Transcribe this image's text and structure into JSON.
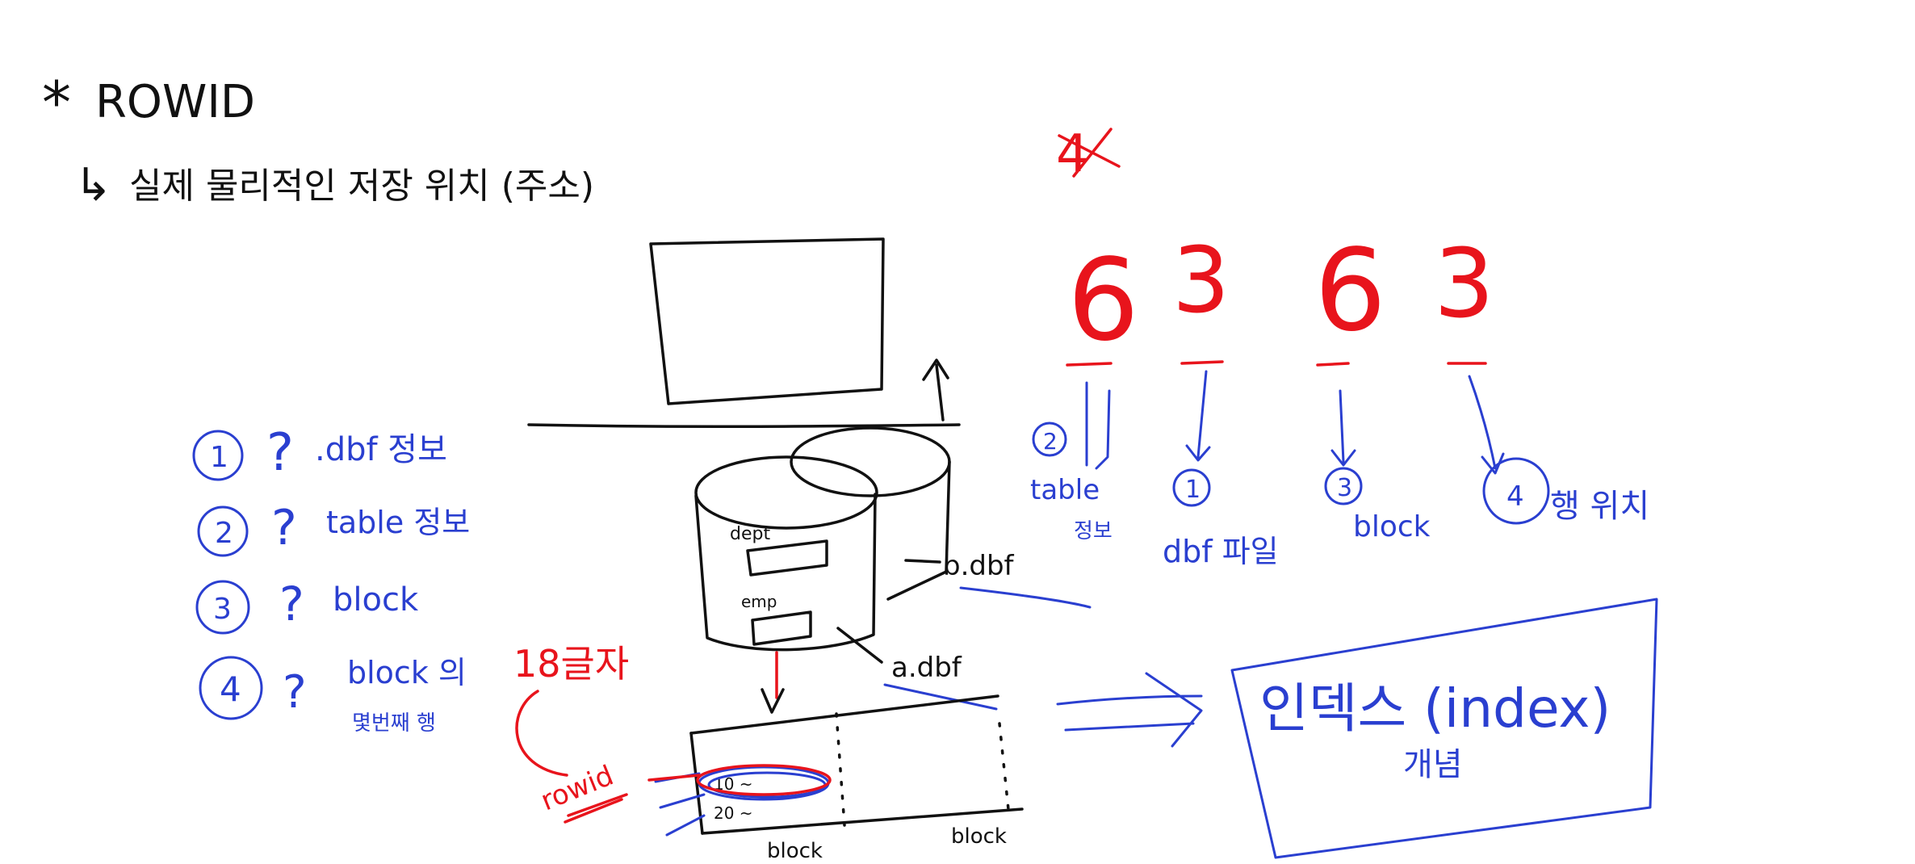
{
  "colors": {
    "black": "#111111",
    "blue": "#2a3fd0",
    "red": "#e8141c"
  },
  "heading": {
    "star": "*",
    "title": "ROWID"
  },
  "subtitle": {
    "arrow": "↳",
    "text": "실제 물리적인 저장 위치 (주소)"
  },
  "legend_items": [
    {
      "num": "1",
      "mark": "?",
      "text": ".dbf 정보"
    },
    {
      "num": "2",
      "mark": "?",
      "text": "table 정보"
    },
    {
      "num": "3",
      "mark": "?",
      "text": "block"
    },
    {
      "num": "4",
      "mark": "?",
      "text": "block 의",
      "subtext": "몇번째 행"
    }
  ],
  "cylinder": {
    "label_top": "dept",
    "label_bottom": "emp"
  },
  "files": {
    "b": "b.dbf",
    "a": "a.dbf"
  },
  "rowid_note": {
    "length": "18글자",
    "label": "rowid"
  },
  "block_rows": [
    "10 ~",
    "20 ~"
  ],
  "block_labels": [
    "block",
    "block"
  ],
  "red_digits": {
    "crossed": "4",
    "digits": [
      "6",
      "3",
      "6",
      "3"
    ]
  },
  "digit_meanings": [
    {
      "num": "2",
      "text": "table",
      "sub": "정보"
    },
    {
      "num": "1",
      "text": "dbf 파일",
      "sub": ""
    },
    {
      "num": "3",
      "text": "block",
      "sub": ""
    },
    {
      "num": "4",
      "text": "행 위치",
      "sub": ""
    }
  ],
  "index_box": {
    "text": "인덱스 (index)",
    "sub": "개념"
  }
}
